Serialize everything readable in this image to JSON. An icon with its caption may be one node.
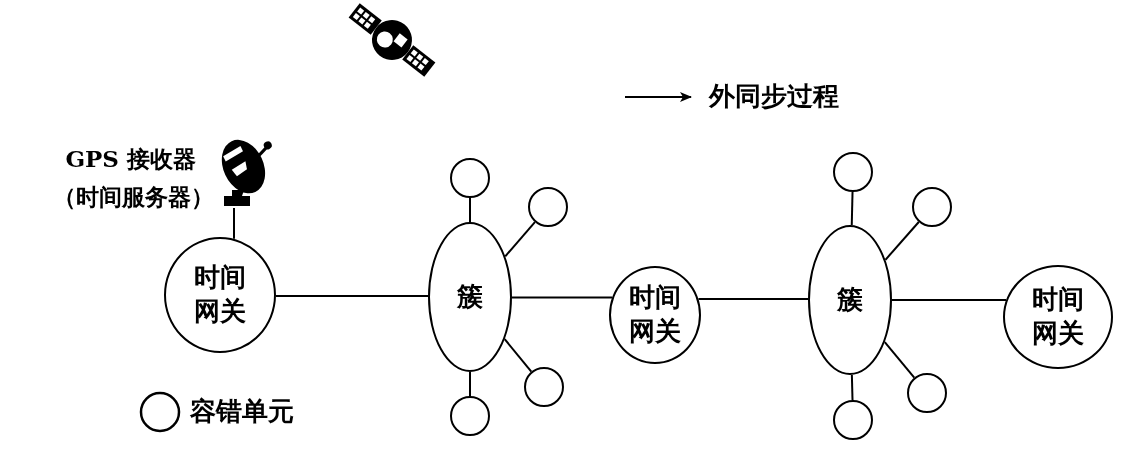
{
  "diagram": {
    "nodes": [
      {
        "text": [],
        "shape": "picture",
        "beside": [
          "GPS 接收器",
          "（时间服务器）"
        ]
      },
      {
        "text": [
          "时间网关"
        ]
      },
      {
        "text": [
          "簇"
        ]
      },
      {
        "text": [],
        "shape": "circle"
      },
      {
        "text": [],
        "shape": "circle"
      },
      {
        "text": [],
        "shape": "circle"
      },
      {
        "text": [],
        "shape": "circle"
      },
      {
        "text": [
          "时间网关"
        ]
      },
      {
        "text": [
          "簇"
        ]
      },
      {
        "text": [],
        "shape": "circle"
      },
      {
        "text": [],
        "shape": "circle"
      },
      {
        "text": [],
        "shape": "circle"
      },
      {
        "text": [],
        "shape": "circle"
      },
      {
        "text": [
          "时间网关"
        ]
      }
    ],
    "edges": [
      {
        "from": 0,
        "to": 1,
        "arrow": "none"
      },
      {
        "from": 1,
        "to": 2,
        "arrow": "none"
      },
      {
        "from": 2,
        "to": 3,
        "arrow": "none"
      },
      {
        "from": 2,
        "to": 4,
        "arrow": "none"
      },
      {
        "from": 2,
        "to": 5,
        "arrow": "none"
      },
      {
        "from": 2,
        "to": 6,
        "arrow": "none"
      },
      {
        "from": 2,
        "to": 7,
        "arrow": "none"
      },
      {
        "from": 7,
        "to": 8,
        "arrow": "none"
      },
      {
        "from": 8,
        "to": 9,
        "arrow": "none"
      },
      {
        "from": 8,
        "to": 10,
        "arrow": "none"
      },
      {
        "from": 8,
        "to": 11,
        "arrow": "none"
      },
      {
        "from": 8,
        "to": 12,
        "arrow": "none"
      },
      {
        "from": 8,
        "to": 13,
        "arrow": "none"
      }
    ],
    "legend": [
      {
        "text": "外同步过程"
      },
      {
        "text": "容错单元"
      }
    ]
  }
}
